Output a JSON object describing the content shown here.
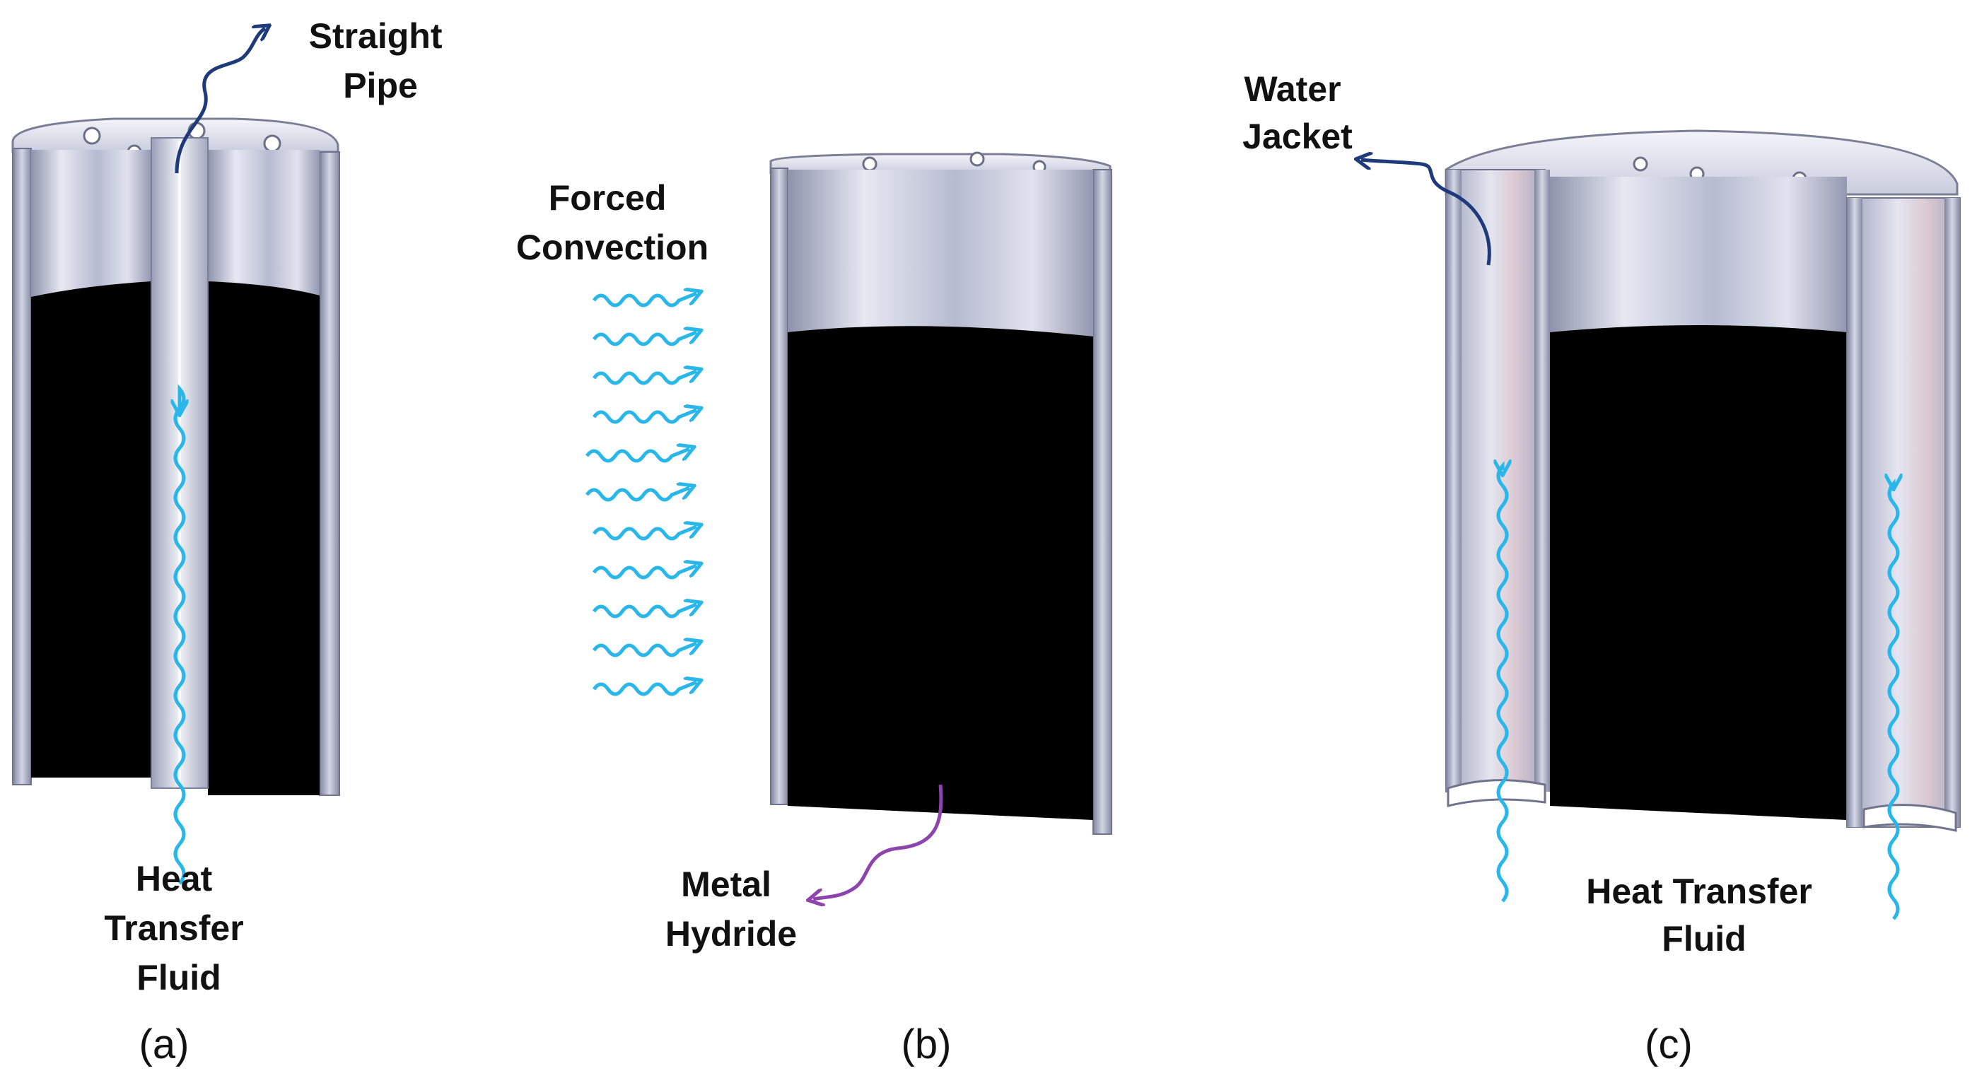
{
  "panels": [
    {
      "caption": "(a)",
      "labels": {
        "pipe": [
          "Straight",
          "Pipe"
        ],
        "fluid": [
          "Heat",
          "Transfer",
          "Fluid"
        ]
      }
    },
    {
      "caption": "(b)",
      "labels": {
        "convection": [
          "Forced",
          "Convection"
        ],
        "hydride": [
          "Metal",
          "Hydride"
        ]
      }
    },
    {
      "caption": "(c)",
      "labels": {
        "jacket": [
          "Water",
          "Jacket"
        ],
        "fluid": [
          "Heat Transfer",
          "Fluid"
        ]
      }
    }
  ],
  "colors": {
    "flow_arrow": "#29b6e8",
    "pointer_dark": "#1f3a7a",
    "pointer_purple": "#8e44ad",
    "metal_hydride": "#000000",
    "steel": "#c5c9dc"
  },
  "icons": {
    "flow": "wavy-arrow-icon",
    "pointer": "curved-pointer-arrow-icon"
  }
}
